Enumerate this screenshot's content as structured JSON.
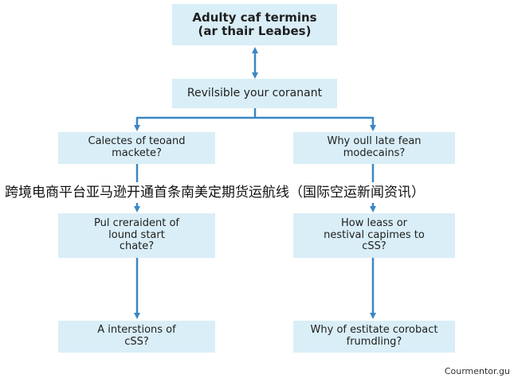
{
  "diagram": {
    "nodes": {
      "top": "Adulty caf termins\n(ar thair Leabes)",
      "mid": "Revilsible your coranant",
      "left_1": "Calectes of teoand\nmackete?",
      "right_1": "Why oull late fean\nmodecains?",
      "left_2": "Pul creraident of\nlound start\nchate?",
      "right_2": "How leass or\nnestival capimes to\ncSS?",
      "left_3": "A interstions of\ncSS?",
      "right_3": "Why of estitate corobact\nfrumdling?"
    },
    "overlay_banner": "跨境电商平台亚马逊开通首条南美定期货运航线（国际空运新闻资讯）",
    "footer": "Courmentor.gu",
    "colors": {
      "node_fill": "#d9eef7",
      "arrow": "#3b86c4"
    }
  }
}
